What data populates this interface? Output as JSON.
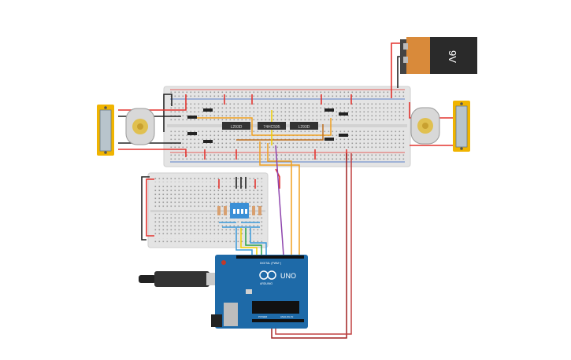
{
  "battery": {
    "voltage_label": "9V"
  },
  "arduino": {
    "logo_text": "UNO",
    "brand_text": "ARDUINO",
    "digital_label": "DIGITAL (PWM~)",
    "power_label": "POWER",
    "analog_label": "ANALOG IN"
  },
  "colors": {
    "wire_red": "#e3342f",
    "wire_black": "#222222",
    "wire_orange": "#f0a020",
    "wire_yellow": "#f0d000",
    "wire_purple": "#8e44ad",
    "wire_darkred": "#a02020",
    "breadboard": "#e6e6e6",
    "arduino_blue": "#1e6aa8",
    "motor_holder": "#f0b400",
    "battery_orange": "#d98a3a"
  }
}
